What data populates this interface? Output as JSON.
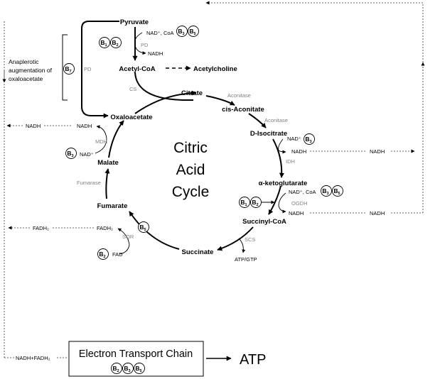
{
  "metabolites": {
    "pyruvate": "Pyruvate",
    "acetyl_coa": "Acetyl-CoA",
    "acetylcholine": "Acetylcholine",
    "citrate": "Citrate",
    "cis_aconitate": "cis-Aconitate",
    "d_isocitrate": "D-Isocitrate",
    "alpha_ketoglutarate": "α-ketoglutarate",
    "succinyl_coa": "Succinyl-CoA",
    "succinate": "Succinate",
    "fumarate": "Fumarate",
    "malate": "Malate",
    "oxaloacetate": "Oxaloacetate"
  },
  "enzymes": {
    "pd_top": "PD",
    "pd_left": "PD",
    "cs": "CS",
    "aconitase_1": "Aconitase",
    "aconitase_2": "Aconitase",
    "idh": "IDH",
    "ogdh": "OGDH",
    "scs": "SCS",
    "sqr": "SQR",
    "fumarase": "Fumarase",
    "mdh": "MDH"
  },
  "cofactors": {
    "pd_in": "NAD⁺, CoA",
    "pd_out": "NADH",
    "idh_in": "NAD⁺",
    "idh_out": "NADH",
    "ogdh_in": "NAD⁺, CoA",
    "ogdh_out": "NADH",
    "scs_out": "ATP/GTP",
    "sqr_in": "FAD",
    "sqr_out": "FADH₂",
    "mdh_in": "NAD⁺",
    "mdh_out": "NADH"
  },
  "flows": {
    "idh_nadh": "NADH",
    "ogdh_nadh": "NADH",
    "mdh_nadh": "NADH",
    "sqr_fadh2": "FADH₂",
    "etc_input": "NADH+FADH₂"
  },
  "vitamins": {
    "pd_left": [
      "B1",
      "B2"
    ],
    "pd_right": [
      "B3",
      "B5"
    ],
    "anaplerotic": [
      "B7"
    ],
    "idh": [
      "B3"
    ],
    "ogdh_left": [
      "B1",
      "B2"
    ],
    "ogdh_right": [
      "B3",
      "B5"
    ],
    "sqr_top": [
      "B5"
    ],
    "sqr_bottom": [
      "B2"
    ],
    "mdh": [
      "B3"
    ],
    "etc": [
      "B2",
      "B3",
      "B5"
    ]
  },
  "anaplerotic_note": [
    "Anaplerotic",
    "augmentation of",
    "oxaloacetate"
  ],
  "cycle_title": [
    "Citric",
    "Acid",
    "Cycle"
  ],
  "etc_label": "Electron Transport Chain",
  "atp_label": "ATP"
}
